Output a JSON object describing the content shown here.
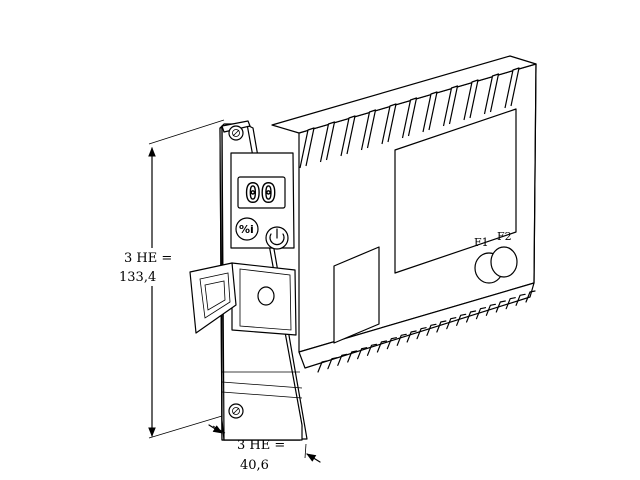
{
  "display": {
    "digits": "00"
  },
  "buttons": {
    "info_glyph": "%i",
    "power_glyph": "⏻"
  },
  "fuses": {
    "f1": "F1",
    "f2": "F2"
  },
  "dimensions": {
    "height_line1": "3 HE =",
    "height_line2": "133,4",
    "width_line1": "3 HE =",
    "width_line2": "40,6"
  },
  "icons": [
    "screw-icon",
    "info-icon",
    "power-icon",
    "arrowhead-icon"
  ]
}
